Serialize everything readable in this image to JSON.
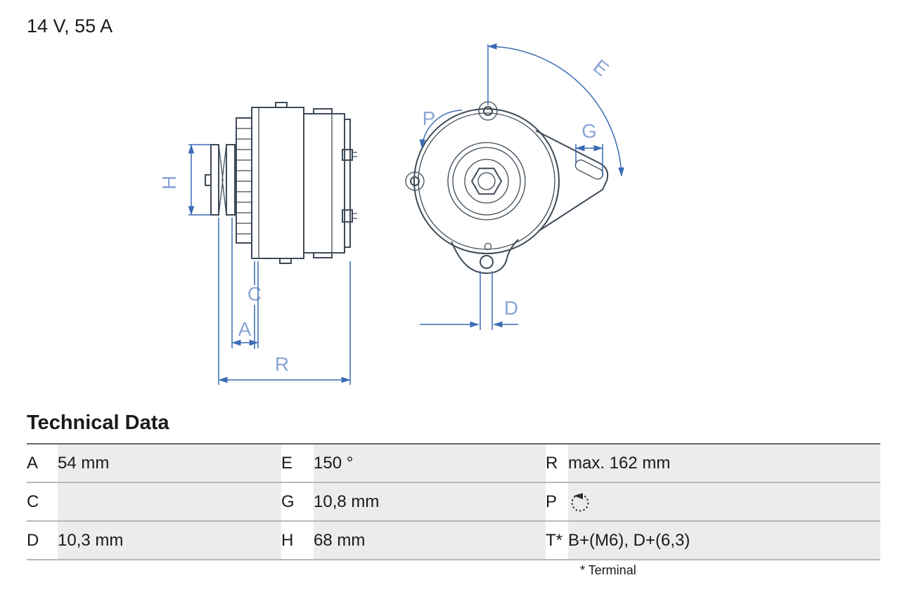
{
  "colors": {
    "part_line": "#3e4a57",
    "dimension_line": "#3b6cb4",
    "dimension_label": "#8aa5d6",
    "table_shade": "#ececec",
    "table_border": "#b8b8b8",
    "table_border_top": "#666666",
    "text": "#1a1a1a"
  },
  "header": {
    "rating": "14 V, 55 A"
  },
  "drawing": {
    "dimension_labels": {
      "h": "H",
      "c": "C",
      "a": "A",
      "r": "R",
      "p": "P",
      "e": "E",
      "g": "G",
      "d": "D"
    }
  },
  "technical_data": {
    "title": "Technical Data",
    "footnote": "* Terminal",
    "rows": [
      [
        {
          "key": "A",
          "value": "54 mm"
        },
        {
          "key": "E",
          "value": "150 °"
        },
        {
          "key": "R",
          "value": "max. 162 mm"
        }
      ],
      [
        {
          "key": "C",
          "value": ""
        },
        {
          "key": "G",
          "value": "10,8 mm"
        },
        {
          "key": "P",
          "value": "",
          "icon": "rotation-ccw-icon"
        }
      ],
      [
        {
          "key": "D",
          "value": "10,3 mm"
        },
        {
          "key": "H",
          "value": "68 mm"
        },
        {
          "key": "T*",
          "value": "B+(M6), D+(6,3)"
        }
      ]
    ]
  }
}
